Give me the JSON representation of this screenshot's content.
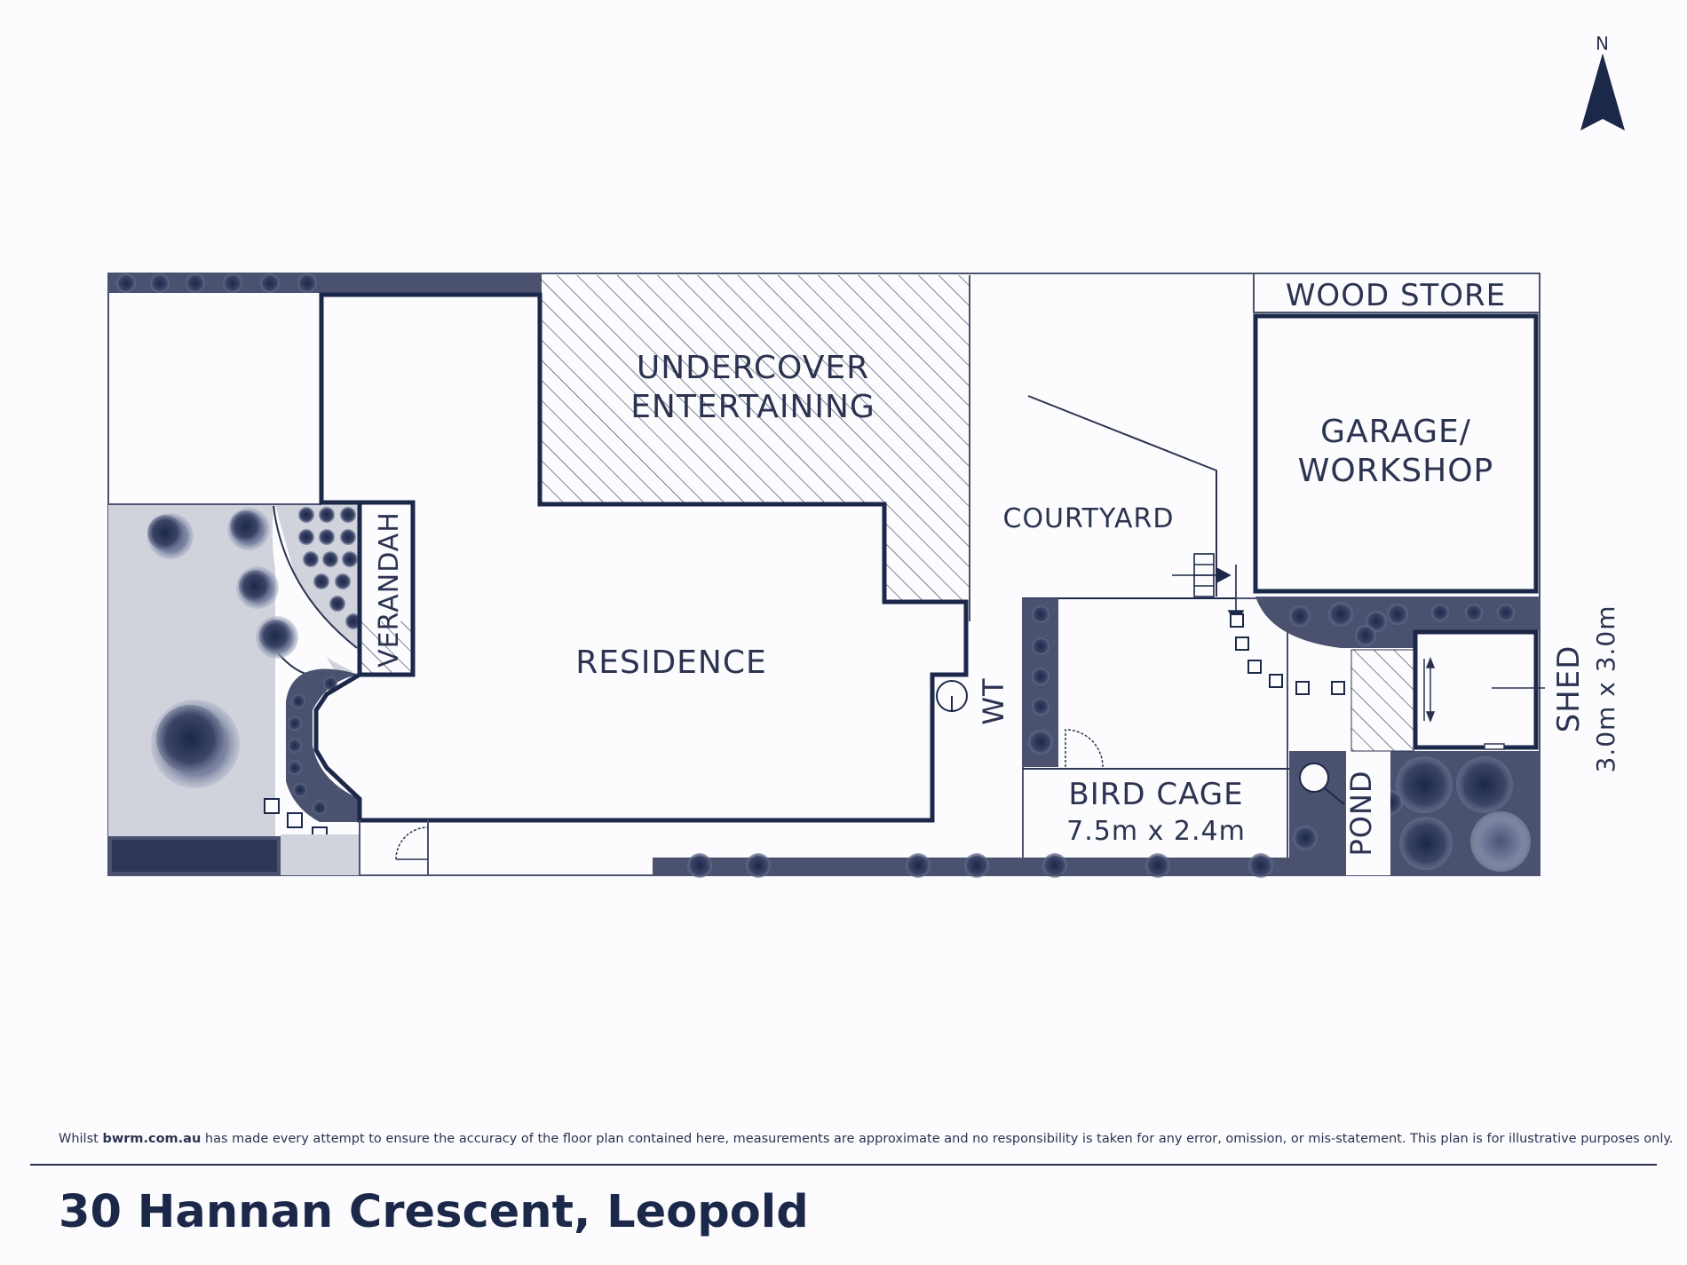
{
  "plan": {
    "compass_label": "N",
    "rooms": {
      "undercover_line1": "UNDERCOVER",
      "undercover_line2": "ENTERTAINING",
      "residence": "RESIDENCE",
      "verandah": "VERANDAH",
      "courtyard": "COURTYARD",
      "wood_store": "WOOD STORE",
      "garage_line1": "GARAGE/",
      "garage_line2": "WORKSHOP",
      "bird_cage": "BIRD CAGE",
      "bird_cage_size": "7.5m x 2.4m",
      "shed": "SHED",
      "shed_size": "3.0m x 3.0m",
      "pond": "POND",
      "wt": "WT"
    }
  },
  "footer": {
    "disclaimer_prefix": "Whilst ",
    "disclaimer_site": "bwrm.com.au",
    "disclaimer_rest": " has made every attempt to ensure the accuracy of the floor plan contained here, measurements are approximate and no responsibility is taken for any error, omission, or mis-statement. This plan is for illustrative purposes only.",
    "address": "30 Hannan Crescent, Leopold"
  },
  "colors": {
    "wall": "#1c2849",
    "garden_light": "#d0d3dc",
    "garden_dark": "#4a5270",
    "shrub": "#1f2a4e"
  }
}
